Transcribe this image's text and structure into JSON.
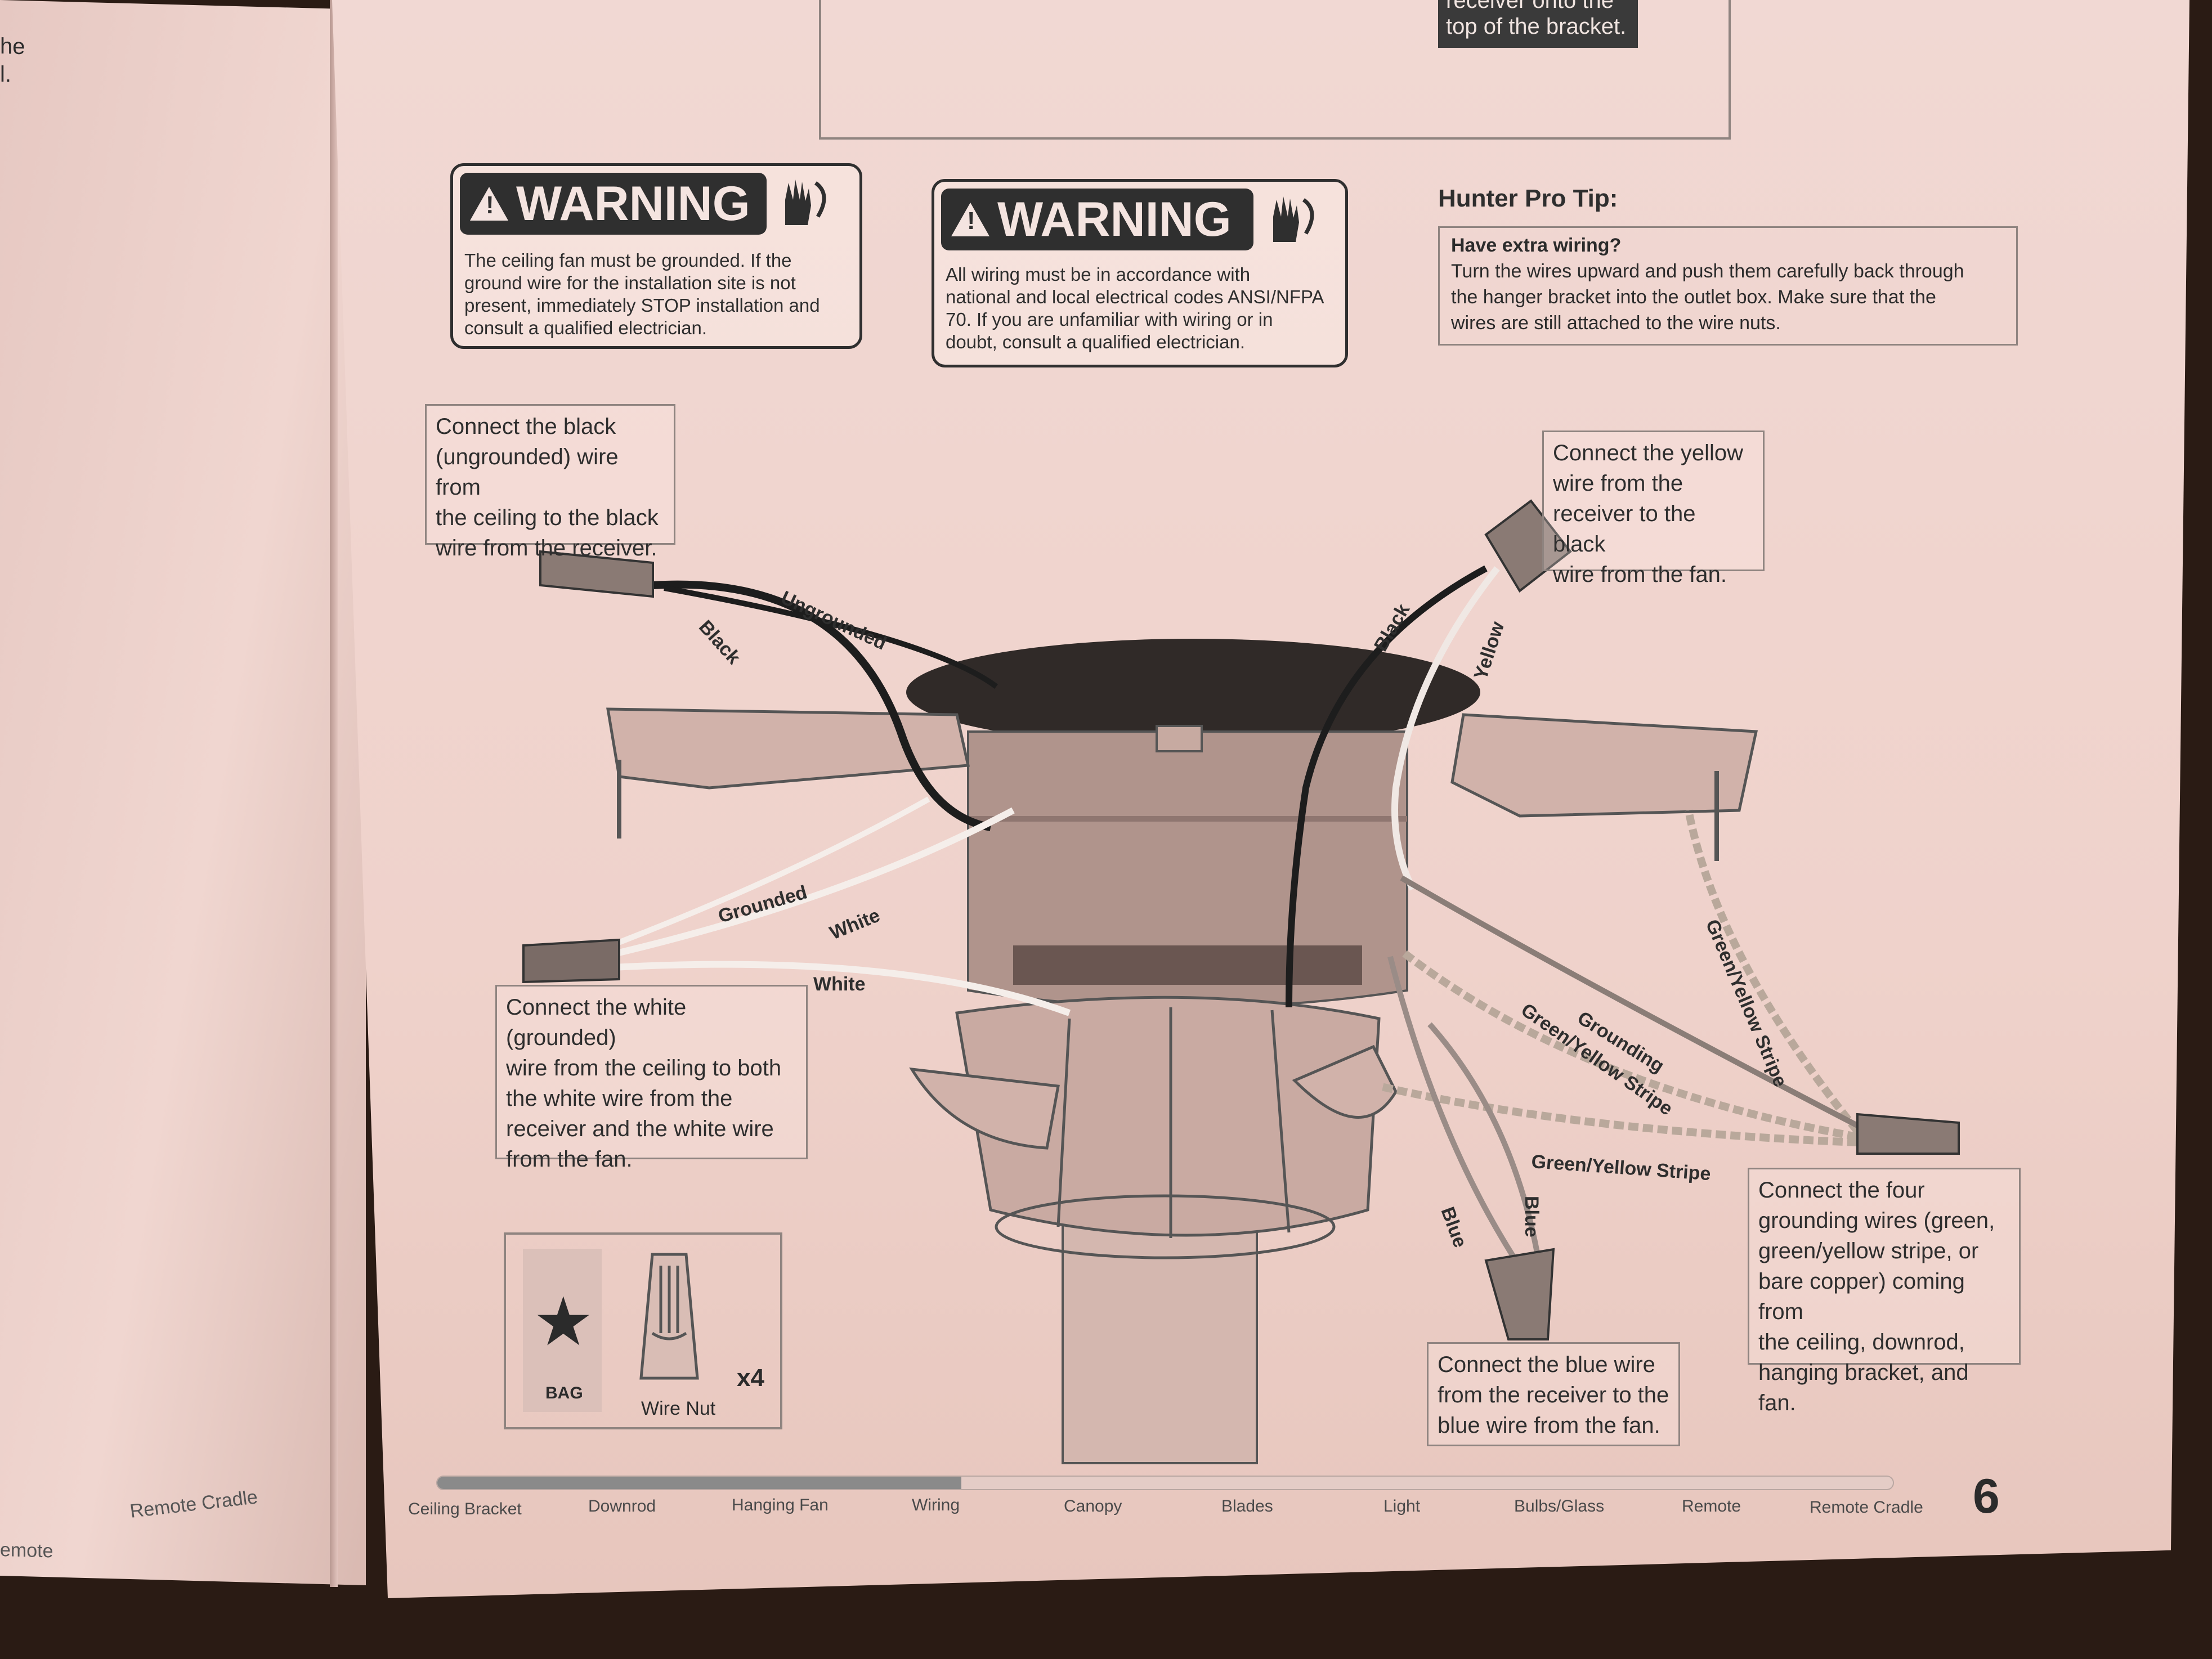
{
  "left_page": {
    "fragments": [
      "he",
      "l.",
      "emote",
      "Remote Cradle"
    ]
  },
  "top_box": {
    "text_line1": "receiver onto the",
    "text_line2": "top of the bracket."
  },
  "warning_1": {
    "title": "WARNING",
    "text_lines": [
      "The ceiling fan must be grounded. If the",
      "ground wire for the installation site is not",
      "present, immediately STOP installation and",
      "consult a qualified electrician."
    ]
  },
  "warning_2": {
    "title": "WARNING",
    "text_lines": [
      "All wiring must be in accordance with",
      "national and local electrical codes ANSI/NFPA",
      "70.  If you are unfamiliar with wiring or in",
      "doubt, consult a qualified electrician."
    ]
  },
  "pro_tip": {
    "heading": "Hunter Pro Tip:",
    "title": "Have extra wiring?",
    "text_lines": [
      "Turn the wires upward and push them carefully back through",
      "the hanger bracket into the outlet box. Make sure that the",
      "wires are still attached to the wire nuts."
    ]
  },
  "callouts": {
    "black": [
      "Connect the black",
      "(ungrounded) wire from",
      "the ceiling to the black",
      "wire from the receiver."
    ],
    "yellow": [
      "Connect the yellow",
      "wire from the",
      "receiver to the black",
      "wire from the fan."
    ],
    "white": [
      "Connect the white (grounded)",
      "wire from the ceiling to both",
      "the white wire from the",
      "receiver and the white wire",
      "from the fan."
    ],
    "ground": [
      "Connect the four",
      "grounding wires (green,",
      "green/yellow stripe, or",
      "bare copper) coming from",
      "the ceiling, downrod,",
      "hanging bracket, and fan."
    ],
    "blue": [
      "Connect the blue wire",
      "from the receiver to the",
      "blue wire from the fan."
    ]
  },
  "wire_labels": {
    "ungrounded": "Ungrounded",
    "black_left": "Black",
    "black_right": "Black",
    "yellow": "Yellow",
    "grounded": "Grounded",
    "white_1": "White",
    "white_2": "White",
    "grounding": "Grounding",
    "gy_1": "Green/Yellow Stripe",
    "gy_2": "Green/Yellow Stripe",
    "gy_3": "Green/Yellow Stripe",
    "blue_1": "Blue",
    "blue_2": "Blue"
  },
  "parts_box": {
    "bag_label": "BAG",
    "wire_nut_label": "Wire Nut",
    "count": "x4"
  },
  "nav": {
    "progress": 0.36,
    "items": [
      "Ceiling Bracket",
      "Downrod",
      "Hanging Fan",
      "Wiring",
      "Canopy",
      "Blades",
      "Light",
      "Bulbs/Glass",
      "Remote",
      "Remote Cradle"
    ],
    "page_number": "6"
  },
  "colors": {
    "wire_black": "#1d1d1d",
    "wire_white": "#f5eeea",
    "wire_gy": "#b9a89b",
    "nav_fill": "#8a8a8a",
    "dark_cap": "#302a28"
  }
}
